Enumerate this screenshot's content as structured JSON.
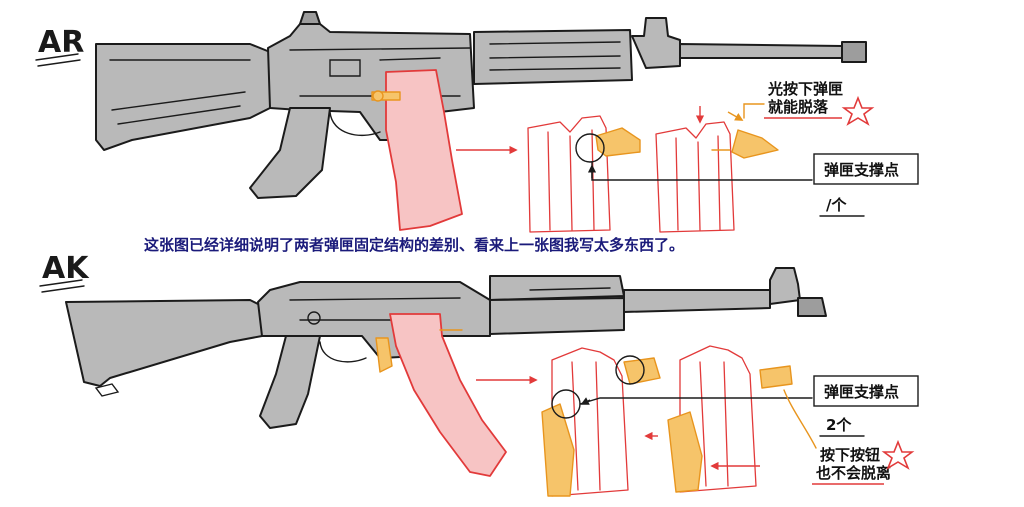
{
  "section_ar": {
    "label": "AR"
  },
  "section_ak": {
    "label": "AK"
  },
  "caption": "这张图已经详细说明了两者弹匣固定结构的差别、看来上一张图我写太多东西了。",
  "ar_notes": {
    "press_line1": "光按下弹匣",
    "press_line2": "就能脱落",
    "support_label": "弹匣支撑点",
    "count": "/个"
  },
  "ak_notes": {
    "support_label": "弹匣支撑点",
    "count": "2个",
    "button_line1": "按下按钮",
    "button_line2": "也不会脱离"
  },
  "colors": {
    "magazine_fill": "#f7c4c4",
    "magazine_stroke": "#e23a3a",
    "latch": "#f6c46a",
    "accent_star": "#e23a3a",
    "caption": "#1a1a7a"
  },
  "icons": {
    "star": "red-star-icon",
    "arrow": "arrow-icon"
  }
}
